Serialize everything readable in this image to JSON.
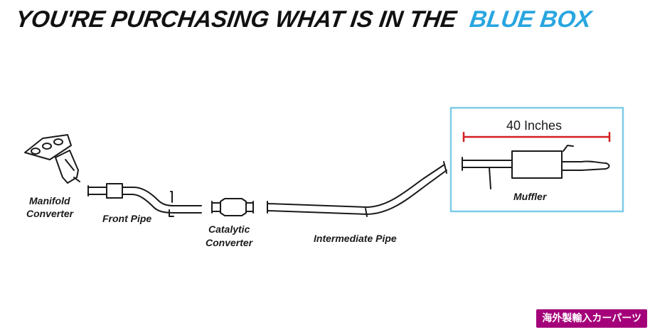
{
  "headline": {
    "prefix": "YOU'RE PURCHASING WHAT IS IN THE",
    "highlight": "BLUE BOX",
    "text_color": "#111111",
    "highlight_color": "#29a6e0"
  },
  "diagram": {
    "labels": {
      "manifold_line1": "Manifold",
      "manifold_line2": "Converter",
      "front_pipe": "Front Pipe",
      "catalytic_line1": "Catalytic",
      "catalytic_line2": "Converter",
      "intermediate_pipe": "Intermediate Pipe",
      "muffler": "Muffler",
      "measurement": "40 Inches"
    },
    "colors": {
      "box_border": "#7ecbe8",
      "measure_line": "#d42020",
      "line": "#1a1a1a"
    }
  },
  "watermark": "海外製輸入カーパーツ",
  "watermark_color": "#a4007a"
}
